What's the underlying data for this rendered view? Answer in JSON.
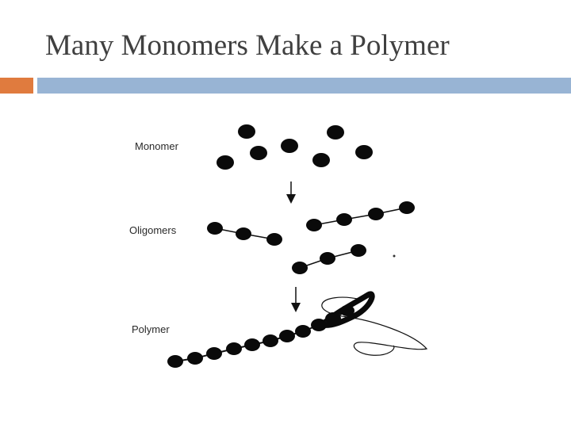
{
  "slide": {
    "title": "Many Monomers Make a Polymer"
  },
  "diagram": {
    "labels": {
      "monomer": "Monomer",
      "oligomers": "Oligomers",
      "polymer": "Polymer"
    }
  },
  "colors": {
    "title_text": "#404040",
    "accent_orange": "#e07b3e",
    "accent_blue": "#98b4d4",
    "bead": "#0a0a0a"
  }
}
